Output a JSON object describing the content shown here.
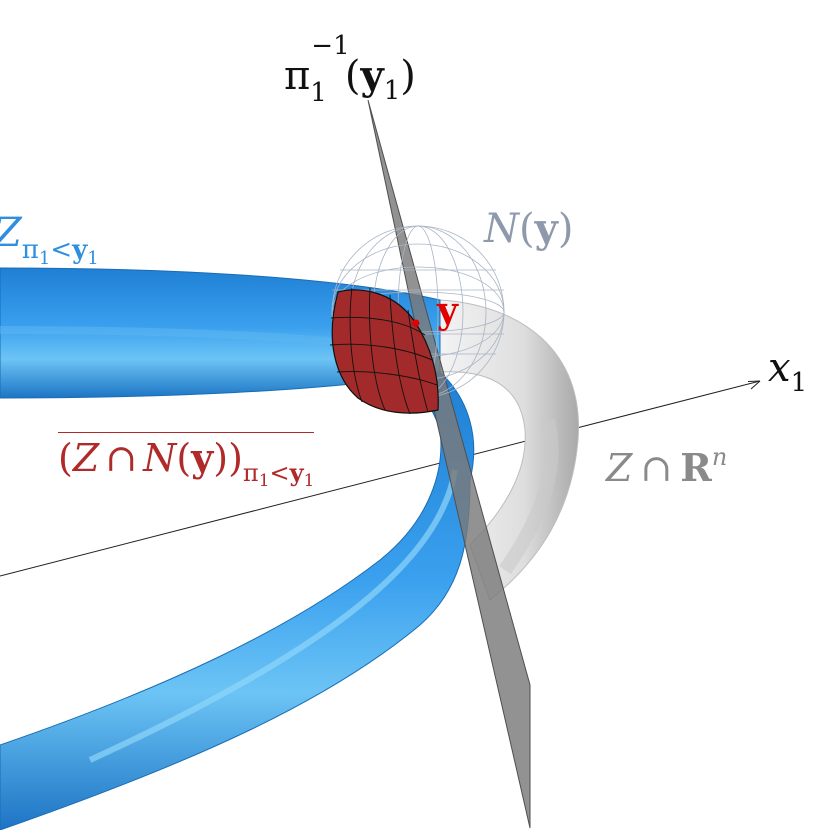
{
  "labels": {
    "preimage": {
      "pi": "π",
      "exp": "−1",
      "sub": "1",
      "open": "(",
      "y": "y",
      "ysub": "1",
      "close": ")"
    },
    "z_lower": {
      "z": "Z",
      "pi": "π",
      "pisub": "1",
      "lt": "<",
      "y": "y",
      "ysub": "1"
    },
    "neighborhood": {
      "n": "N",
      "open": "(",
      "y": "y",
      "close": ")"
    },
    "point": {
      "y": "y"
    },
    "axis": {
      "x": "x",
      "sub": "1"
    },
    "z_real": {
      "z": "Z",
      "cap": "∩",
      "r": "R",
      "sup": "n"
    },
    "closure": {
      "open": "(",
      "z": "Z",
      "cap": "∩",
      "n": "N",
      "open2": "(",
      "y": "y",
      "close2": "))",
      "pi": "π",
      "pisub": "1",
      "lt": "<",
      "ysub_y": "y",
      "ysub": "1"
    }
  },
  "colors": {
    "tube_blue": "#2b8fe0",
    "tube_blue_light": "#7cc8f5",
    "tube_gray": "#e6e6e6",
    "plane_gray": "#7a7a7a",
    "cap_red": "#a32a2a",
    "label_blue": "#2e8fe0",
    "label_gray": "#8a8a8a",
    "label_red": "#b02a2a",
    "point_red": "#e00000",
    "sphere_gray": "#a9b4c4"
  }
}
